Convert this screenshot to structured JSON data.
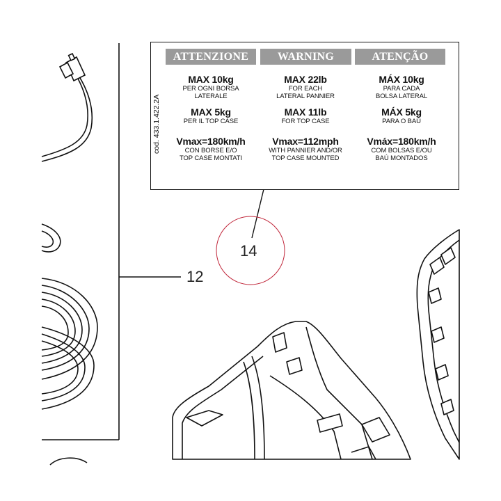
{
  "label": {
    "code": "cod. 433.1.422.2A",
    "columns": [
      {
        "header": "ATTENZIONE",
        "max_pannier": "MAX 10kg",
        "pannier_note_1": "PER OGNI BORSA",
        "pannier_note_2": "LATERALE",
        "max_topcase": "MAX 5kg",
        "topcase_note_1": "PER IL TOP CASE",
        "vmax": "Vmax=180km/h",
        "vmax_note_1": "CON BORSE E/O",
        "vmax_note_2": "TOP CASE MONTATI"
      },
      {
        "header": "WARNING",
        "max_pannier": "MAX 22lb",
        "pannier_note_1": "FOR EACH",
        "pannier_note_2": "LATERAL PANNIER",
        "max_topcase": "MAX 11lb",
        "topcase_note_1": "FOR TOP CASE",
        "vmax": "Vmax=112mph",
        "vmax_note_1": "WITH PANNIER AND/OR",
        "vmax_note_2": "TOP CASE MOUNTED"
      },
      {
        "header": "ATENÇÃO",
        "max_pannier": "MÁX 10kg",
        "pannier_note_1": "PARA CADA",
        "pannier_note_2": "BOLSA LATERAL",
        "max_topcase": "MÁX 5kg",
        "topcase_note_1": "PARA O BAÚ",
        "vmax": "Vmáx=180km/h",
        "vmax_note_1": "COM BOLSAS E/OU",
        "vmax_note_2": "BAÚ MONTADOS"
      }
    ]
  },
  "callouts": {
    "part_14": "14",
    "part_12": "12"
  },
  "colors": {
    "header_bg": "#9a9a9a",
    "highlight_circle": "#c0263a",
    "line": "#111111"
  }
}
